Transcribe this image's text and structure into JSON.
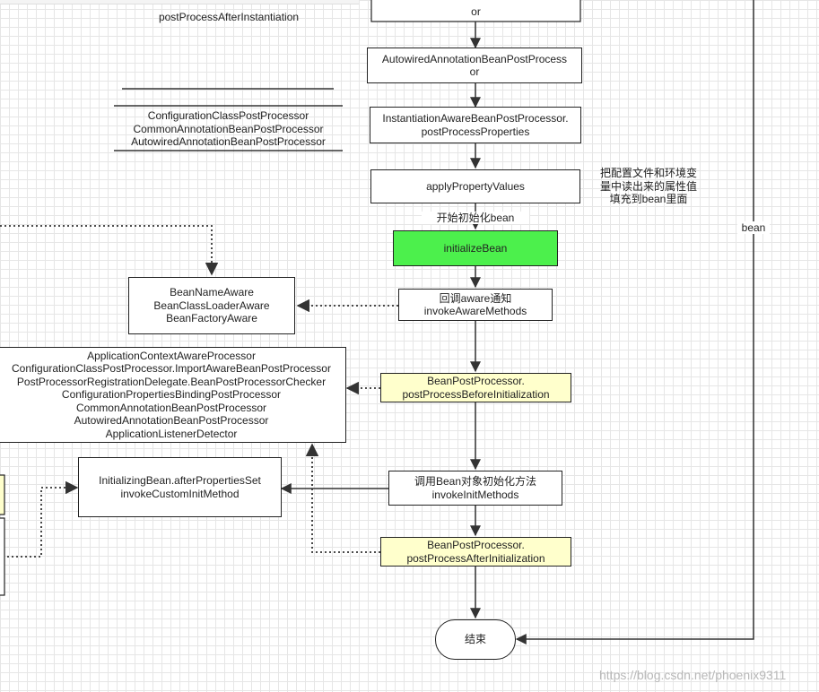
{
  "texts": {
    "top_left_label": "postProcessAfterInstantiation",
    "top_center_label": "or"
  },
  "nodes": {
    "autowired_or": [
      "AutowiredAnnotationBeanPostProcess",
      "or"
    ],
    "instantiation_aware": [
      "InstantiationAwareBeanPostProcessor.",
      "postProcessProperties"
    ],
    "apply_property_values": [
      "applyPropertyValues"
    ],
    "initialize_bean": [
      "initializeBean"
    ],
    "invoke_aware": [
      "回调aware通知",
      "invokeAwareMethods"
    ],
    "aware_list": [
      "BeanNameAware",
      "BeanClassLoaderAware",
      "BeanFactoryAware"
    ],
    "processors_list": [
      "ApplicationContextAwareProcessor",
      "ConfigurationClassPostProcessor.ImportAwareBeanPostProcessor",
      "PostProcessorRegistrationDelegate.BeanPostProcessorChecker",
      "ConfigurationPropertiesBindingPostProcessor",
      "CommonAnnotationBeanPostProcessor",
      "AutowiredAnnotationBeanPostProcessor",
      "ApplicationListenerDetector"
    ],
    "before_init": [
      "BeanPostProcessor.",
      "postProcessBeforeInitialization"
    ],
    "invoke_init": [
      "调用Bean对象初始化方法",
      "invokeInitMethods"
    ],
    "initializing_bean": [
      "InitializingBean.afterPropertiesSet",
      "invokeCustomInitMethod"
    ],
    "after_init": [
      "BeanPostProcessor.",
      "postProcessAfterInitialization"
    ],
    "end": [
      "结束"
    ]
  },
  "side_list": [
    "ConfigurationClassPostProcessor",
    "CommonAnnotationBeanPostProcessor",
    "AutowiredAnnotationBeanPostProcessor"
  ],
  "annotations": {
    "config_note": [
      "把配置文件和环境变",
      "量中读出来的属性值",
      "填充到bean里面"
    ],
    "start_init": "开始初始化bean",
    "bean_edge": "bean"
  },
  "watermark": "https://blog.csdn.net/phoenix9311",
  "colors": {
    "green": "#4cf04c",
    "yellow": "#ffffcc",
    "line": "#333333"
  }
}
